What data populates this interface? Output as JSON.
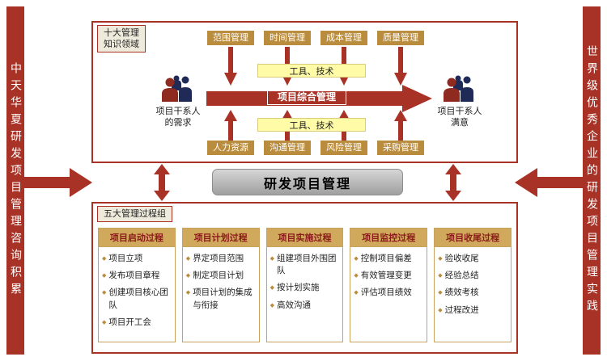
{
  "page": {
    "left_banner": "中天华夏研发项目管理咨询积累",
    "right_banner": "世界级优秀企业的研发项目管理实践"
  },
  "knowledge_areas": {
    "label": "十大管理\n知识领域",
    "top_buttons": [
      "范围管理",
      "时间管理",
      "成本管理",
      "质量管理"
    ],
    "bottom_buttons": [
      "人力资源",
      "沟通管理",
      "风险管理",
      "采购管理"
    ],
    "tools_top": "工具、技术",
    "tools_bottom": "工具、技术",
    "integration_arrow": "项目综合管理",
    "left_stakeholder": "项目干系人\n的需求",
    "right_stakeholder": "项目干系人\n满意"
  },
  "center": {
    "title": "研发项目管理"
  },
  "process_groups": {
    "label": "五大管理过程组",
    "columns": [
      {
        "header": "项目启动过程",
        "items": [
          "项目立项",
          "发布项目章程",
          "创建项目核心团队",
          "项目开工会"
        ]
      },
      {
        "header": "项目计划过程",
        "items": [
          "界定项目范围",
          "制定项目计划",
          "项目计划的集成与衔接"
        ]
      },
      {
        "header": "项目实施过程",
        "items": [
          "组建项目外围团队",
          "按计划实施",
          "高效沟通"
        ]
      },
      {
        "header": "项目监控过程",
        "items": [
          "控制项目偏差",
          "有效管理变更",
          "评估项目绩效"
        ]
      },
      {
        "header": "项目收尾过程",
        "items": [
          "验收收尾",
          "经验总结",
          "绩效考核",
          "过程改进"
        ]
      }
    ]
  },
  "icons": {
    "bullet": "◆"
  },
  "colors": {
    "dark_red": "#A93226",
    "deep_red": "#8B1A1A",
    "gold": "#BA8C3E",
    "header_gold": "#D1A95C",
    "col_border": "#C9A35E",
    "yellow": "#FFFBA6",
    "yellow_border": "#D9CC7A",
    "gray_light": "#D6D6D6",
    "gray_dark": "#9F9F9F",
    "label_bg": "#EFEBDC",
    "navy": "#1F2A56"
  }
}
